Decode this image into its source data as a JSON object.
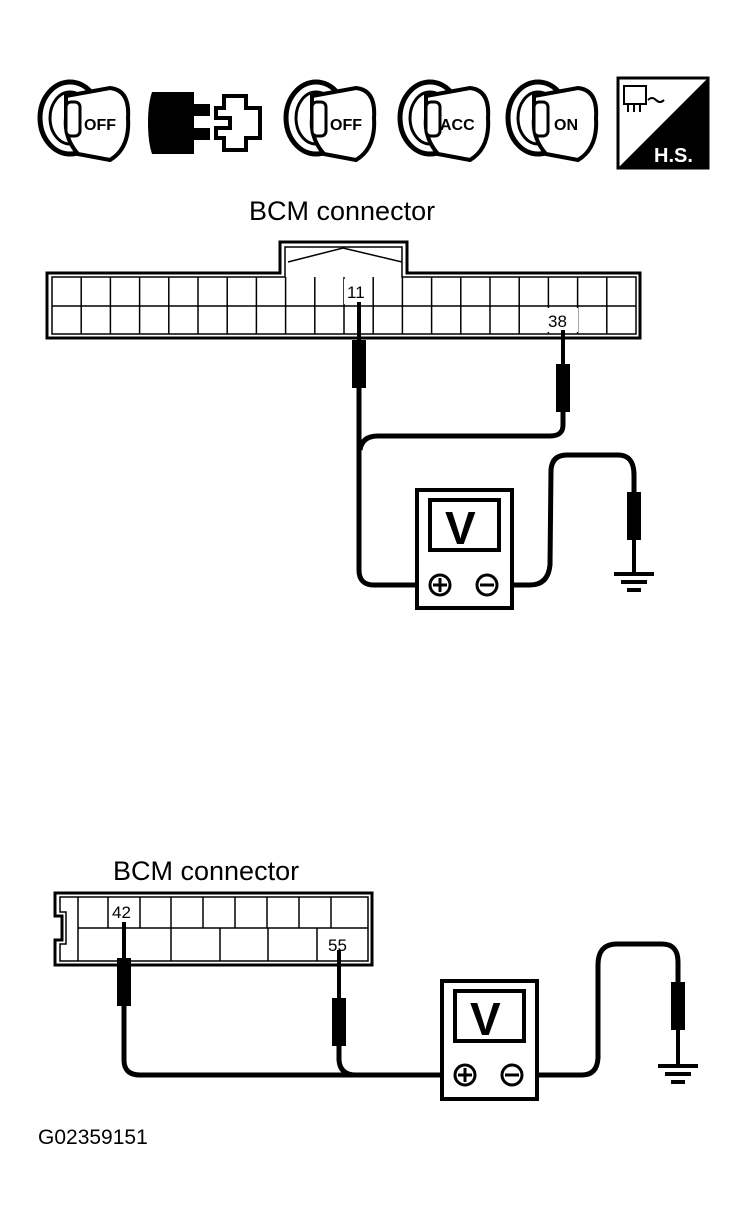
{
  "icons": {
    "switch1": "OFF",
    "switch2": "OFF",
    "switch3": "ACC",
    "switch4": "ON",
    "harness_badge": "H.S."
  },
  "diagram_top": {
    "title": "BCM connector",
    "pin_a": "11",
    "pin_b": "38",
    "meter_symbol": "V"
  },
  "diagram_bottom": {
    "title": "BCM connector",
    "pin_a": "42",
    "pin_b": "55",
    "meter_symbol": "V"
  },
  "figure_code": "G02359151"
}
